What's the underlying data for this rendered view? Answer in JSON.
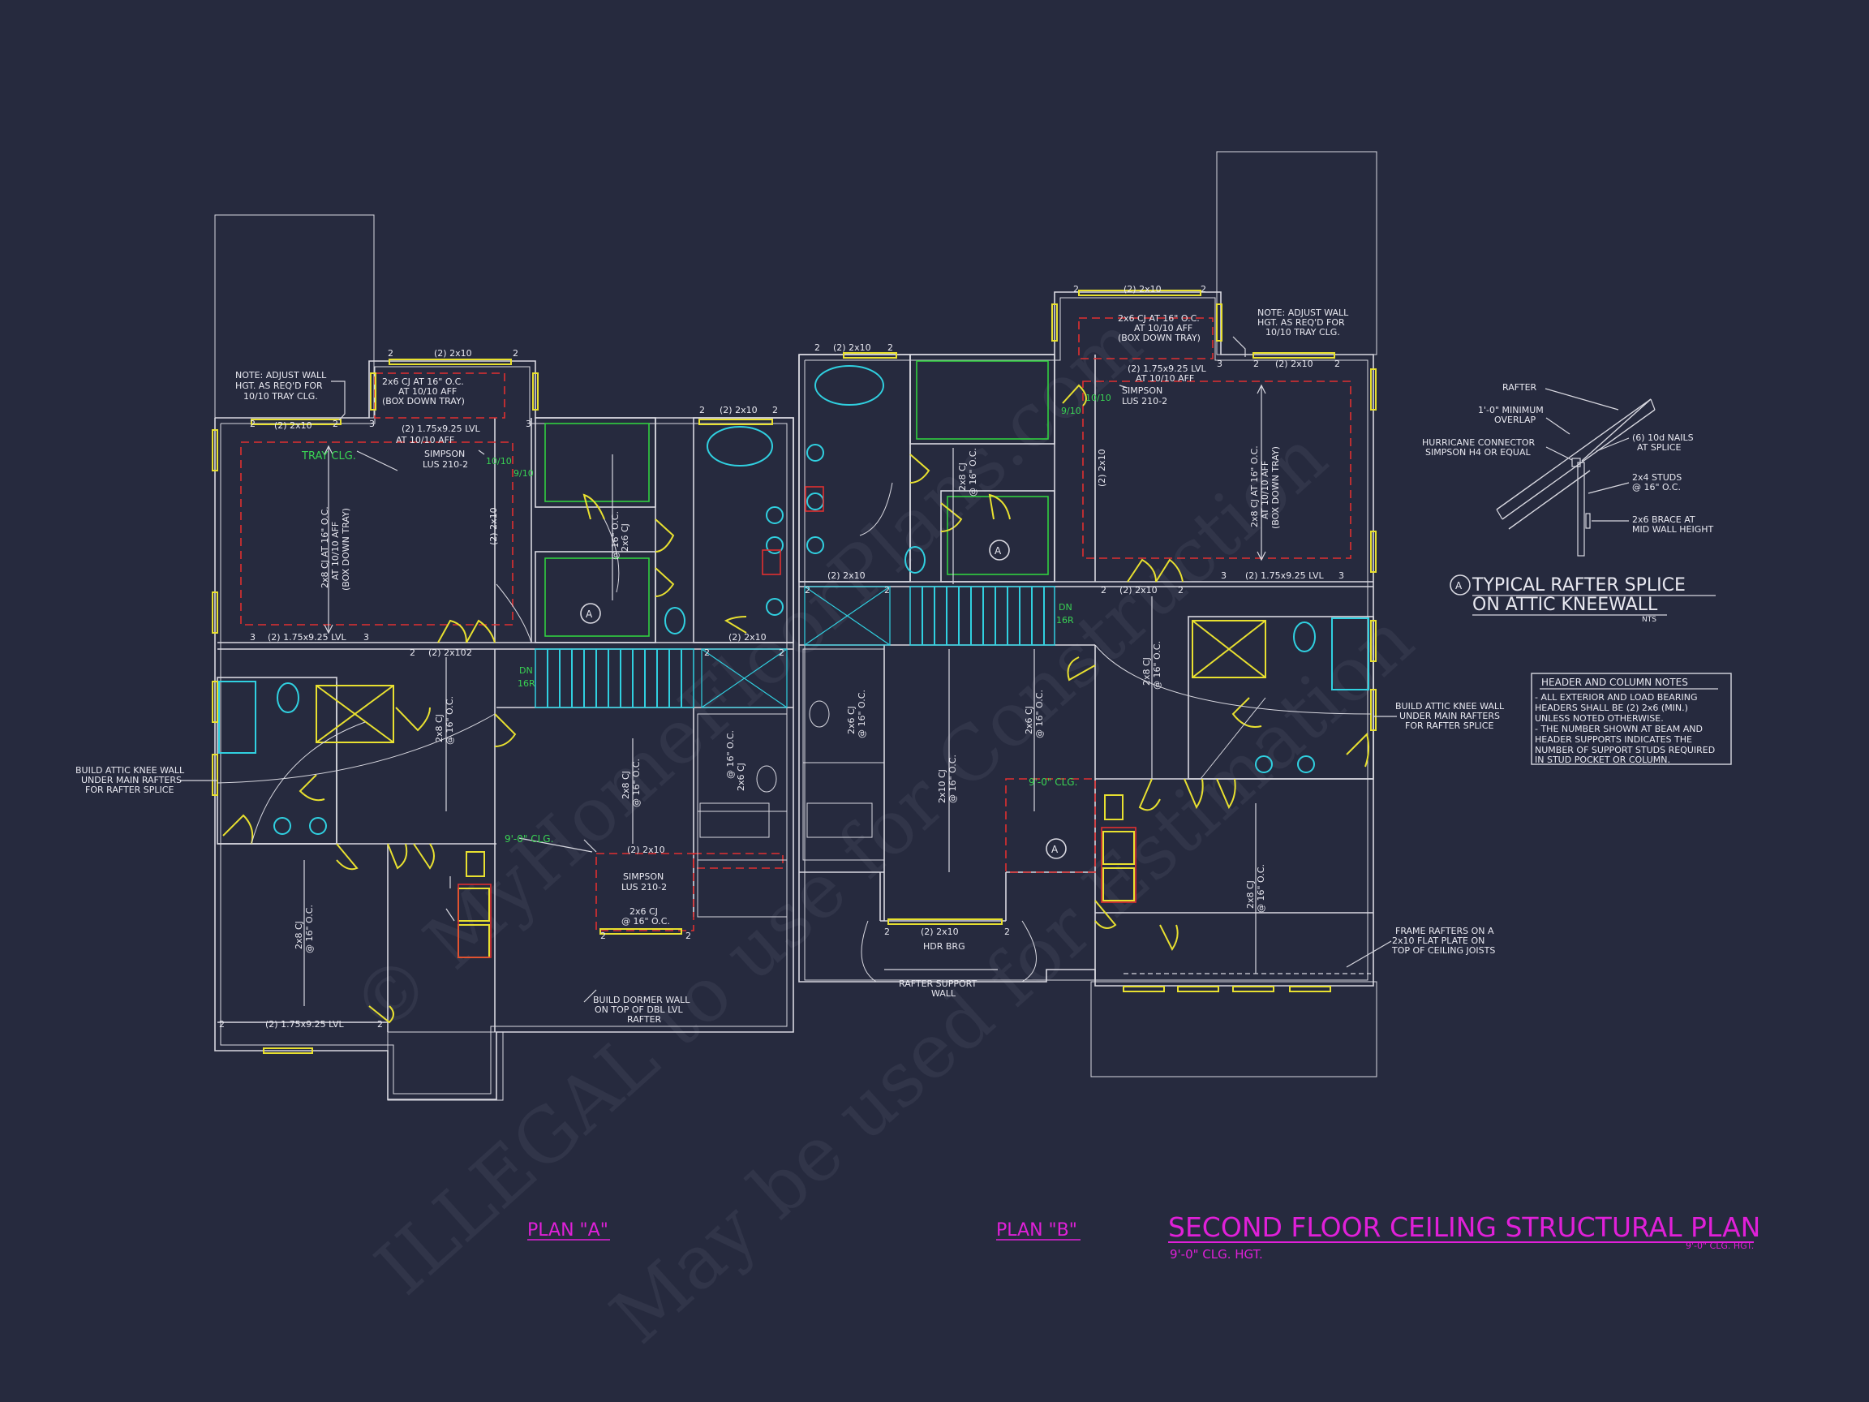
{
  "watermark": {
    "line1": "© MyHomeFloorPlans.com",
    "line2": "ILLEGAL to use for Construction",
    "line3": "May be used for Estimation"
  },
  "title_block": {
    "title": "SECOND FLOOR CEILING STRUCTURAL PLAN",
    "subtitle_left": "9'-0\" CLG. HGT.",
    "subtitle_right": "9'-0\" CLG. HGT.",
    "plan_a": "PLAN \"A\"",
    "plan_b": "PLAN \"B\"",
    "accent_color": "#e020d8"
  },
  "detail": {
    "marker": "A",
    "title_line1": "TYPICAL RAFTER SPLICE",
    "title_line2": "ON ATTIC KNEEWALL",
    "scale": "NTS",
    "callouts": {
      "rafter": "RAFTER",
      "overlap_1": "1'-0\" MINIMUM",
      "overlap_2": "OVERLAP",
      "hurricane_1": "HURRICANE CONNECTOR",
      "hurricane_2": "SIMPSON H4 OR EQUAL",
      "nails_1": "(6) 10d NAILS",
      "nails_2": "AT SPLICE",
      "studs_1": "2x4 STUDS",
      "studs_2": "@ 16\" O.C.",
      "brace_1": "2x6 BRACE AT",
      "brace_2": "MID WALL HEIGHT"
    }
  },
  "header_notes": {
    "title": "HEADER AND COLUMN NOTES",
    "lines": [
      "- ALL EXTERIOR AND LOAD BEARING",
      "HEADERS SHALL BE (2) 2x6 (MIN.)",
      "UNLESS NOTED OTHERWISE.",
      "- THE NUMBER SHOWN AT BEAM AND",
      "HEADER SUPPORTS INDICATES THE",
      "NUMBER OF SUPPORT STUDS REQUIRED",
      "IN STUD POCKET OR COLUMN."
    ]
  },
  "plan_a_notes": {
    "adjust_wall_1": "NOTE: ADJUST WALL",
    "adjust_wall_2": "HGT. AS REQ'D FOR",
    "adjust_wall_3": "10/10 TRAY CLG.",
    "cj_box_1": "2x6 CJ AT 16\" O.C.",
    "cj_box_2": "AT 10/10 AFF",
    "cj_box_3": "(BOX DOWN TRAY)",
    "hdr_2x10": "(2) 2x10",
    "lvl_1": "(2) 1.75x9.25 LVL",
    "lvl_2": "AT 10/10 AFF",
    "simpson_1": "SIMPSON",
    "simpson_2": "LUS 210-2",
    "tray": "TRAY CLG.",
    "tray_cj_1": "2x8 CJ AT 16\" O.C.",
    "tray_cj_2": "AT 10/10 AFF",
    "tray_cj_3": "(BOX DOWN TRAY)",
    "val_1010": "10/10",
    "val_910": "9/10",
    "knee_1": "BUILD ATTIC KNEE WALL",
    "knee_2": "UNDER MAIN RAFTERS",
    "knee_3": "FOR RAFTER SPLICE",
    "cj_2x8": "2x8 CJ",
    "cj_2x6": "2x6 CJ",
    "oc16": "@ 16\" O.C.",
    "clg9": "9'-0\" CLG.",
    "dn": "DN",
    "risers": "16R",
    "lvl_bottom": "(2) 1.75x9.25 LVL",
    "dormer_1": "BUILD DORMER WALL",
    "dormer_2": "ON TOP OF DBL LVL",
    "dormer_3": "RAFTER",
    "section_a": "A"
  },
  "plan_b_notes": {
    "adjust_wall_1": "NOTE: ADJUST WALL",
    "adjust_wall_2": "HGT. AS REQ'D FOR",
    "adjust_wall_3": "10/10 TRAY CLG.",
    "cj_box_1": "2x6 CJ AT 16\" O.C.",
    "cj_box_2": "AT 10/10 AFF",
    "cj_box_3": "(BOX DOWN TRAY)",
    "hdr_2x10": "(2) 2x10",
    "lvl_1": "(2) 1.75x9.25 LVL",
    "lvl_2": "AT 10/10 AFF",
    "simpson_1": "SIMPSON",
    "simpson_2": "LUS 210-2",
    "tray_cj_1": "2x8 CJ AT 16\" O.C.",
    "tray_cj_2": "AT 10/10 AFF",
    "tray_cj_3": "(BOX DOWN TRAY)",
    "val_1010": "10/10",
    "val_910": "9/10",
    "knee_1": "BUILD ATTIC KNEE WALL",
    "knee_2": "UNDER MAIN RAFTERS",
    "knee_3": "FOR RAFTER SPLICE",
    "cj_2x8": "2x8 CJ",
    "cj_2x6": "2x6 CJ",
    "cj_2x10": "2x10 CJ",
    "oc16": "@ 16\" O.C.",
    "clg9": "9'-0\" CLG.",
    "dn": "DN",
    "risers": "16R",
    "hdr_brg": "HDR BRG",
    "rafter_support_1": "RAFTER SUPPORT",
    "rafter_support_2": "WALL",
    "frame_1": "FRAME RAFTERS ON A",
    "frame_2": "2x10 FLAT PLATE ON",
    "frame_3": "TOP OF CEILING JOISTS",
    "section_a": "A"
  },
  "support_counts": [
    "2",
    "3"
  ]
}
